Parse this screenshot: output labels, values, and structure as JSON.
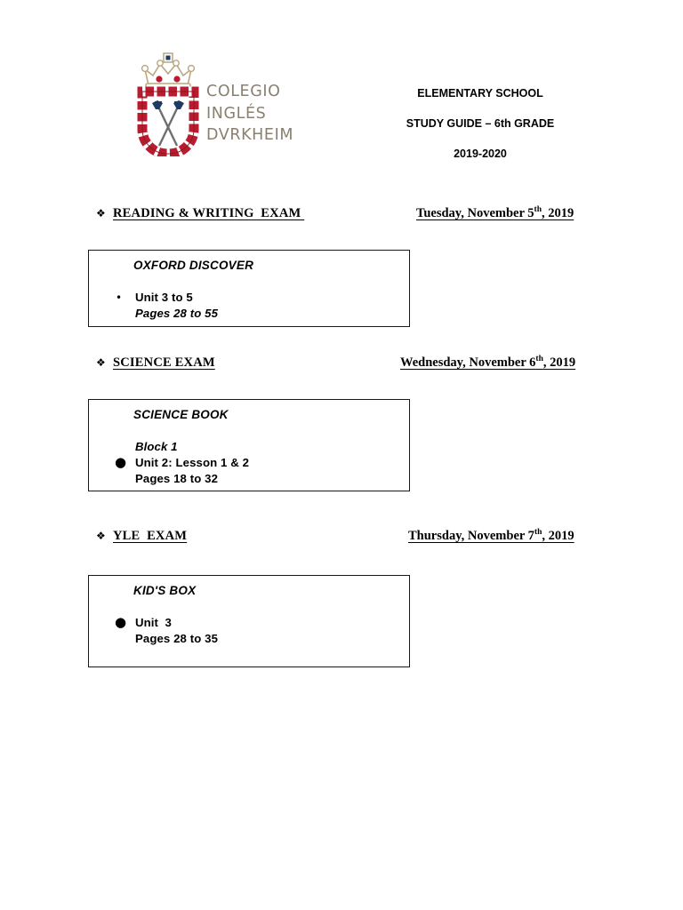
{
  "logo": {
    "mark_name": "colegio-ingles-durkheim-crest",
    "wordmark_lines": [
      "COLEGIO",
      "INGLÉS",
      "DVRKHEIM"
    ],
    "colors": {
      "crest_red": "#b81c2e",
      "crown_gold": "#b9a77f",
      "sword_blue": "#1f3b63",
      "wordmark_gray": "#8a8070"
    }
  },
  "header": {
    "line1": "ELEMENTARY SCHOOL",
    "line2": "STUDY GUIDE – 6th GRADE",
    "line3": "2019-2020"
  },
  "sections": [
    {
      "bullet": "❖",
      "title": "READING & WRITING  EXAM ",
      "date_prefix": "Tuesday, November 5",
      "date_ordinal": "th",
      "date_suffix": ", 2019",
      "box": {
        "book_title": "OXFORD DISCOVER",
        "pre_bullet_line": null,
        "bullet_glyph": "•",
        "bullet_line": "Unit 3 to 5",
        "sub_line": "Pages 28 to 55",
        "sub_line_italic": true
      }
    },
    {
      "bullet": "❖",
      "title": "SCIENCE EXAM",
      "date_prefix": "Wednesday, November 6",
      "date_ordinal": "th",
      "date_suffix": ", 2019",
      "box": {
        "book_title": "SCIENCE BOOK",
        "pre_bullet_line": "Block 1",
        "bullet_glyph": "●",
        "bullet_line": "Unit 2: Lesson 1 & 2",
        "sub_line": "Pages 18 to 32",
        "sub_line_italic": false
      }
    },
    {
      "bullet": "❖",
      "title": "YLE  EXAM",
      "date_prefix": "Thursday, November 7",
      "date_ordinal": "th",
      "date_suffix": ", 2019",
      "box": {
        "book_title": "KID'S BOX",
        "pre_bullet_line": null,
        "bullet_glyph": "●",
        "bullet_line": "Unit  3",
        "sub_line": "Pages 28 to 35",
        "sub_line_italic": false
      }
    }
  ]
}
